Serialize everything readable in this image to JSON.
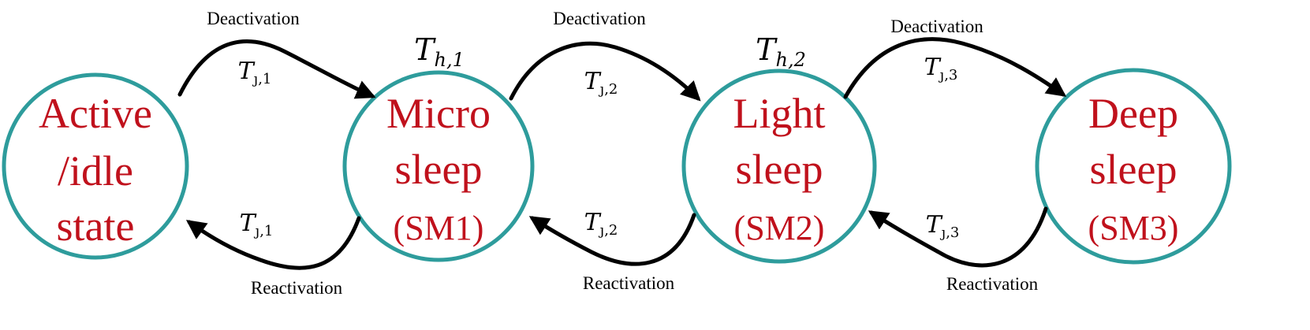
{
  "states": [
    {
      "id": "active",
      "lines": [
        "Active",
        "/idle",
        "state"
      ]
    },
    {
      "id": "micro",
      "lines": [
        "Micro",
        "sleep",
        "(SM1)"
      ]
    },
    {
      "id": "light",
      "lines": [
        "Light",
        "sleep",
        "(SM2)"
      ]
    },
    {
      "id": "deep",
      "lines": [
        "Deep",
        "sleep",
        "(SM3)"
      ]
    }
  ],
  "transitions": {
    "deactivation_label": "Deactivation",
    "reactivation_label": "Reactivation",
    "time_labels": [
      {
        "main": "T",
        "sub": "ȷ,1"
      },
      {
        "main": "T",
        "sub": "ȷ,2"
      },
      {
        "main": "T",
        "sub": "ȷ,3"
      }
    ]
  },
  "hold_times": [
    {
      "main": "T",
      "sub": "h,1"
    },
    {
      "main": "T",
      "sub": "h,2"
    }
  ],
  "colors": {
    "circle_stroke": "#2e9c9c",
    "state_text": "#c0111c",
    "arrows": "#000000"
  }
}
